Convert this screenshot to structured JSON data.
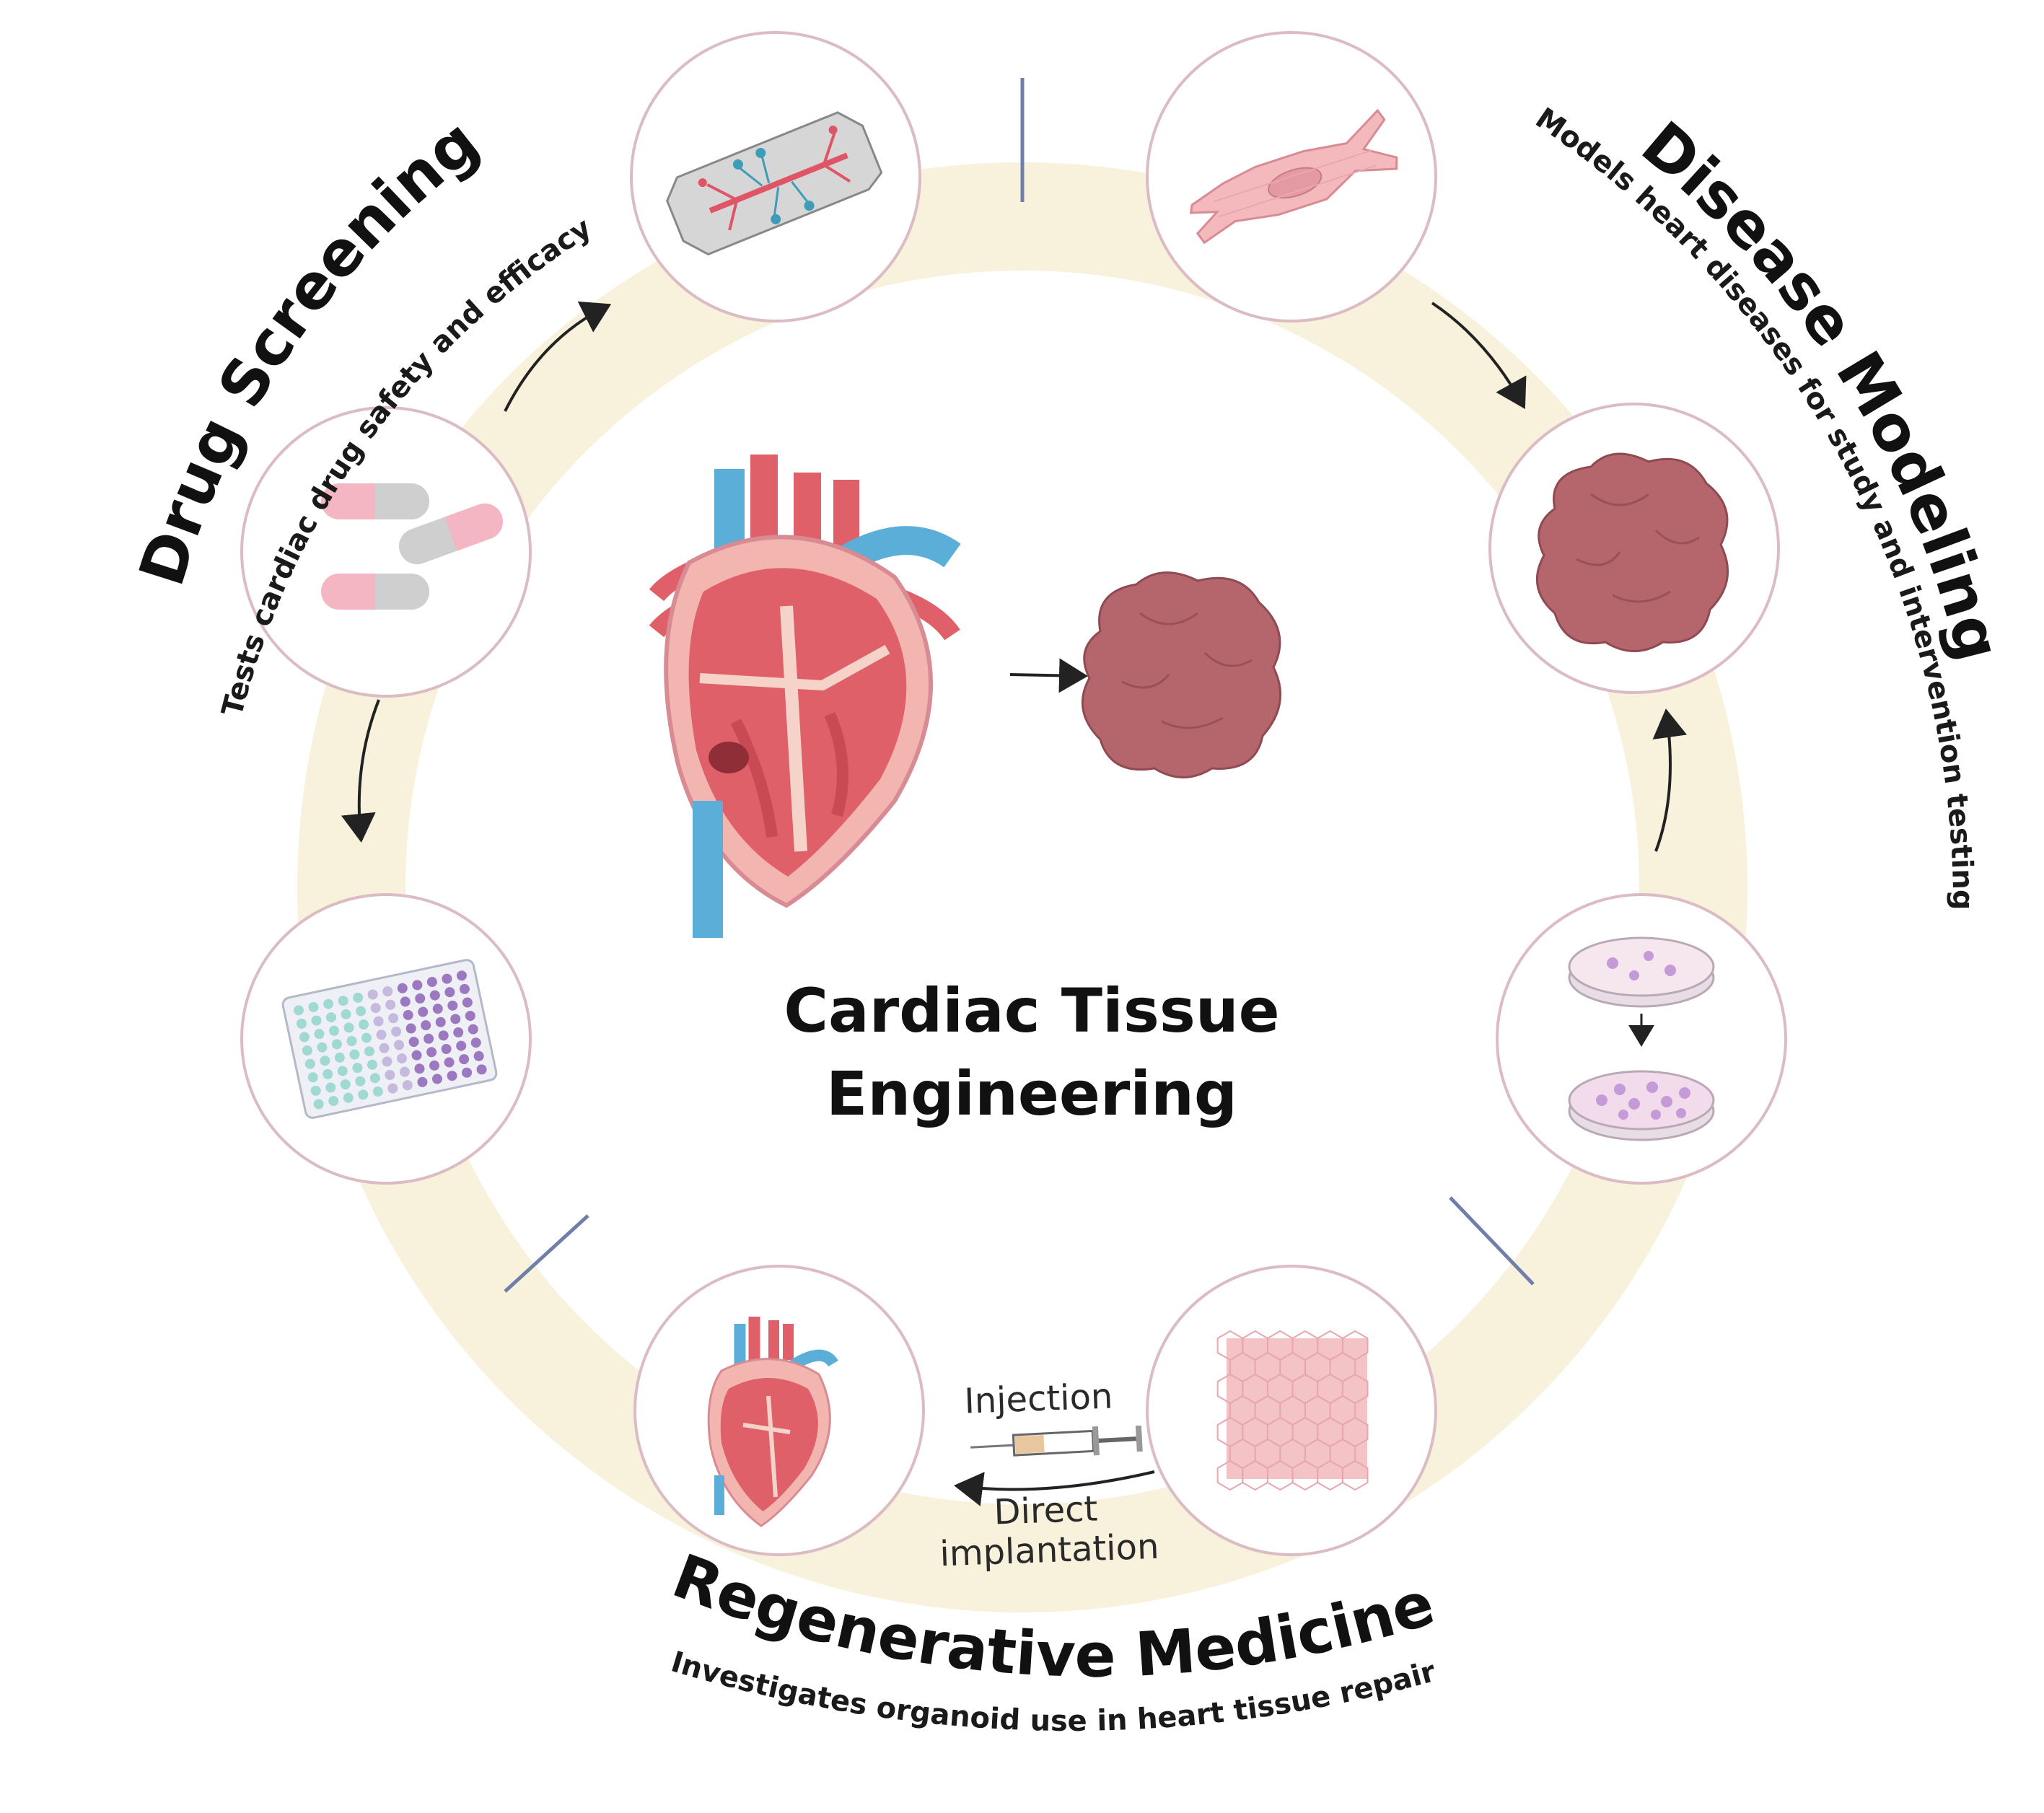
{
  "center": {
    "title_line1": "Cardiac Tissue",
    "title_line2": "Engineering"
  },
  "sections": {
    "drug_screening": {
      "title": "Drug Screening",
      "subtitle": "Tests cardiac drug safety and efficacy"
    },
    "disease_modeling": {
      "title": "Disease Modeling",
      "subtitle": "Models heart diseases for study and intervention testing"
    },
    "regenerative_medicine": {
      "title": "Regenerative Medicine",
      "subtitle": "Investigates organoid use in heart tissue repair"
    }
  },
  "transfer_labels": {
    "injection": "Injection",
    "direct_line1": "Direct",
    "direct_line2": "implantation"
  },
  "colors": {
    "ring_band": "#f8f1dc",
    "circle_border": "#dcbcc4",
    "divider": "#6f7faa",
    "tissue": "#b5666d",
    "tissue_dark": "#8f4a52",
    "heart_red": "#e0606a",
    "heart_light": "#f2b5b0",
    "vessel_blue": "#5aaed8",
    "pill_pink": "#f4b6c2",
    "pill_gray": "#c8c8c8",
    "plate_purple": "#9b78c0",
    "plate_teal": "#7fcdc6",
    "patch_pink": "#f3c3c6"
  }
}
